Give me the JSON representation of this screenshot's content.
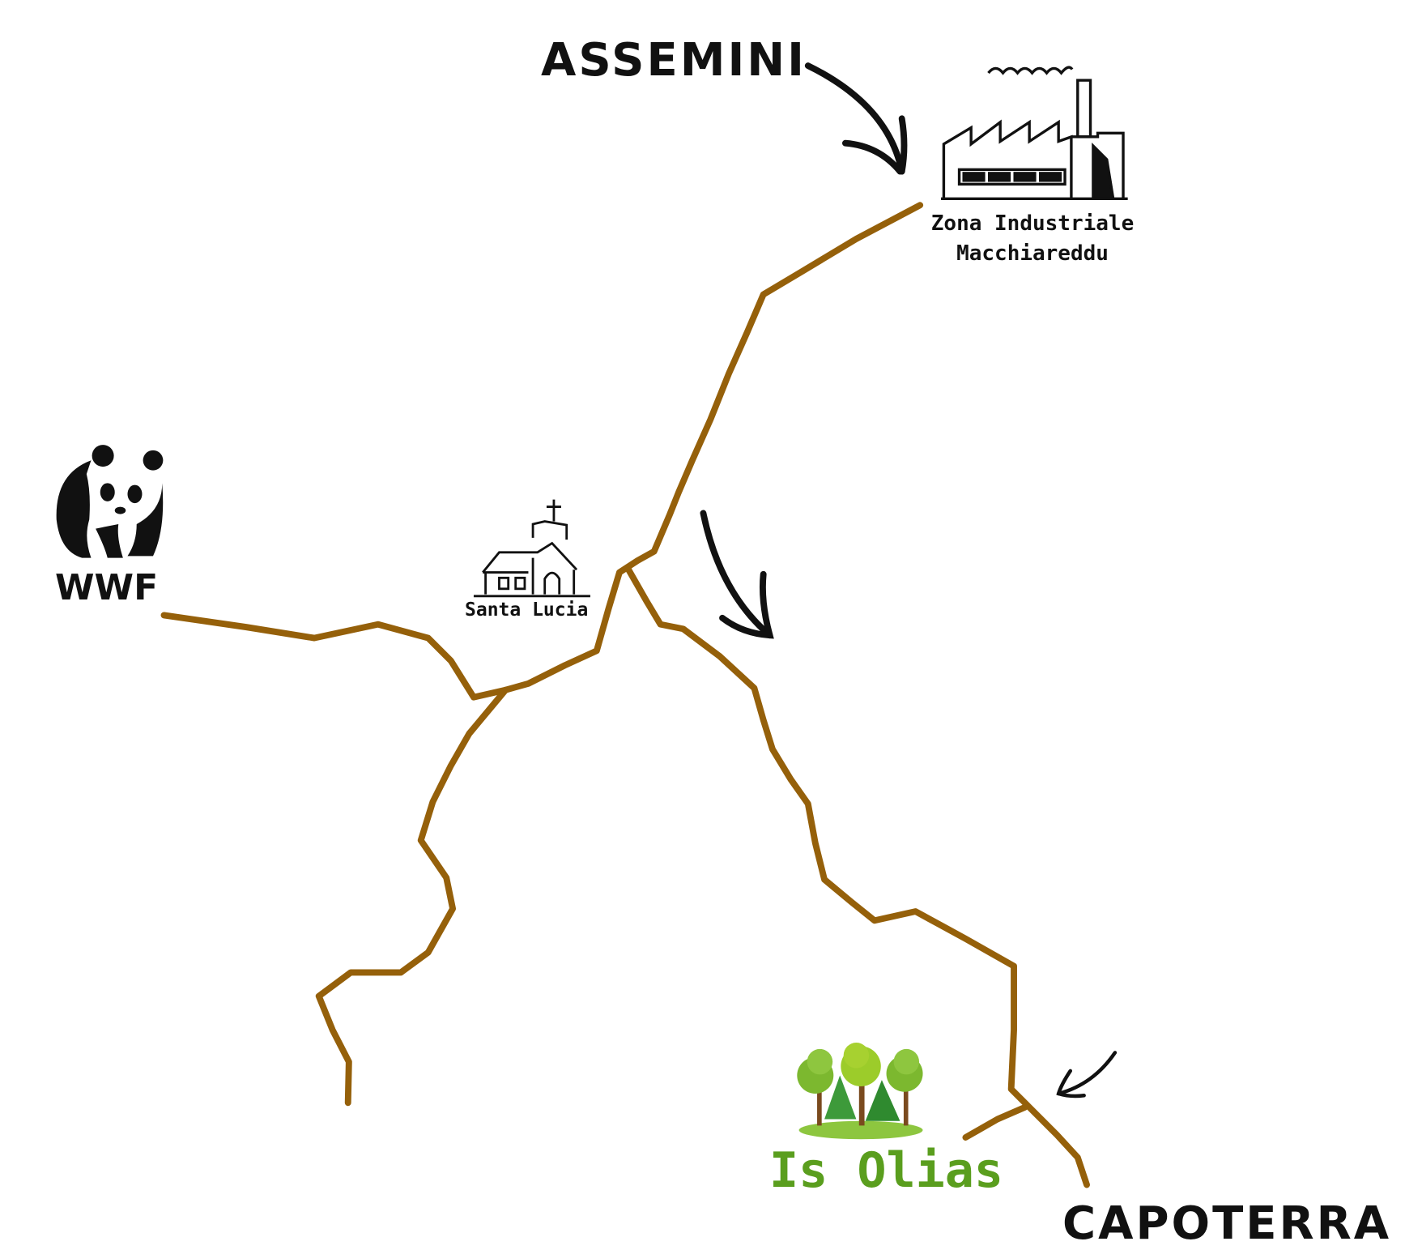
{
  "colors": {
    "trail": "#95600a",
    "ink": "#111111",
    "green": "#5a9e1e"
  },
  "places": {
    "assemini": "ASSEMINI",
    "zona_line1": "Zona Industriale",
    "zona_line2": "Macchiareddu",
    "santa_lucia": "Santa Lucia",
    "wwf": "WWF",
    "is_olias": "Is Olias",
    "capoterra": "CAPOTERRA"
  },
  "icons": [
    "factory-icon",
    "church-icon",
    "wwf-panda-logo",
    "trees-icon",
    "arrow-icon"
  ]
}
